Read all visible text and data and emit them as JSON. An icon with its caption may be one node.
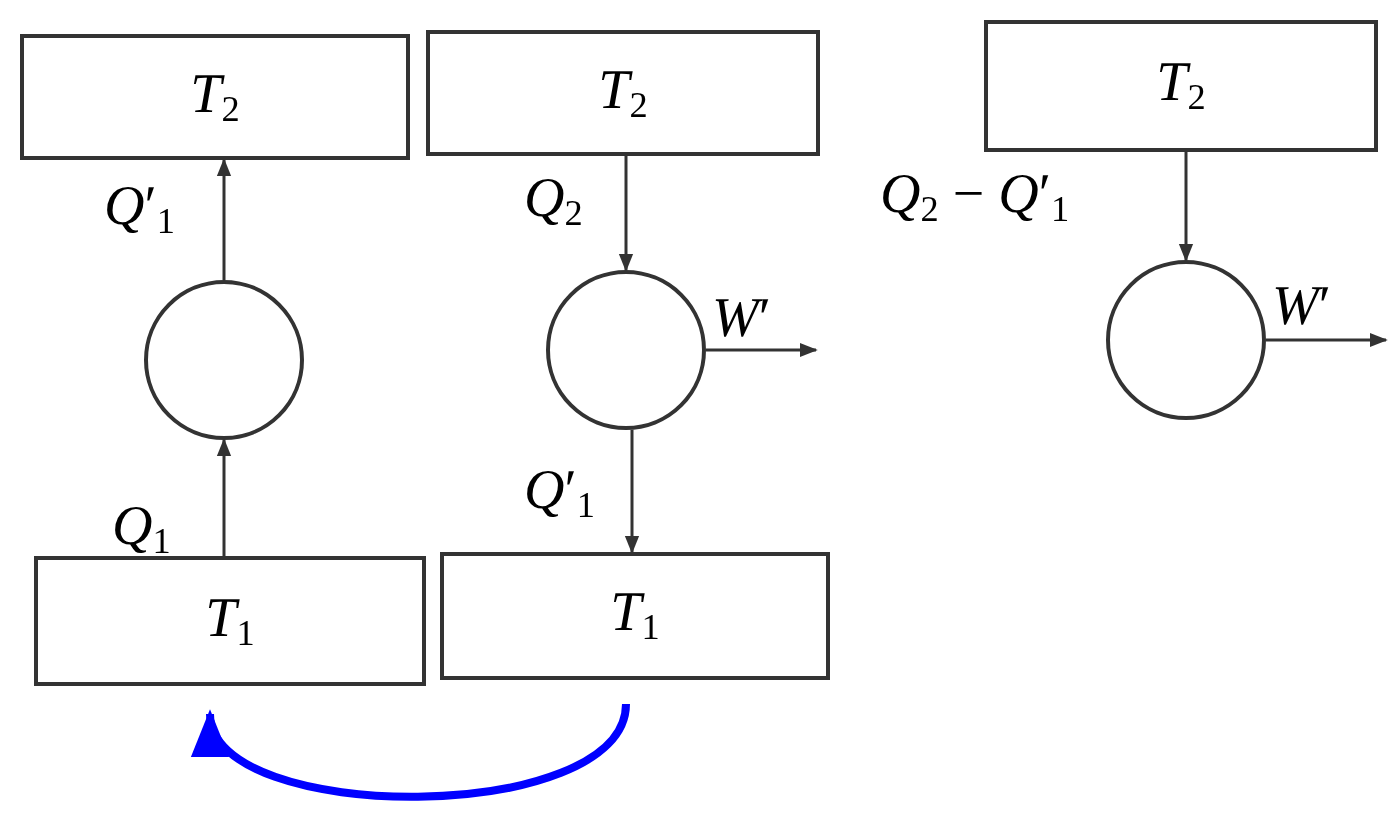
{
  "diagram": {
    "nodes": [
      {
        "text": [
          "*T*$_{2}$"
        ]
      },
      {
        "text": [
          "*T*$_{2}$"
        ]
      },
      {
        "text": [
          "*T*$_{2}$"
        ]
      },
      {
        "text": [],
        "shape": "circle"
      },
      {
        "text": [],
        "shape": "circle"
      },
      {
        "text": [],
        "shape": "circle"
      },
      {
        "text": [
          "*T*$_{1}$"
        ]
      },
      {
        "text": [
          "*T*$_{1}$"
        ]
      }
    ],
    "edges": [
      {
        "from": 3,
        "to": 0,
        "arrow": "to",
        "label": "*Q*′$_{1}$"
      },
      {
        "from": 6,
        "to": 3,
        "arrow": "to",
        "label": "*Q*$_{1}$"
      },
      {
        "from": 1,
        "to": 4,
        "arrow": "to",
        "label": "*Q*$_{2}$"
      },
      {
        "from": 4,
        "to": 7,
        "arrow": "to",
        "label": "*Q*′$_{1}$"
      },
      {
        "from": 4,
        "to": null,
        "arrow": "to",
        "label": "*W*′"
      },
      {
        "from": 2,
        "to": 5,
        "arrow": "to",
        "label": "*Q*$_{2}$ − *Q*′$_{1}$"
      },
      {
        "from": 5,
        "to": null,
        "arrow": "to",
        "label": "*W*′"
      },
      {
        "from": 7,
        "to": 6,
        "arrow": "to",
        "color": "#0000ff",
        "style": "thick"
      }
    ]
  }
}
